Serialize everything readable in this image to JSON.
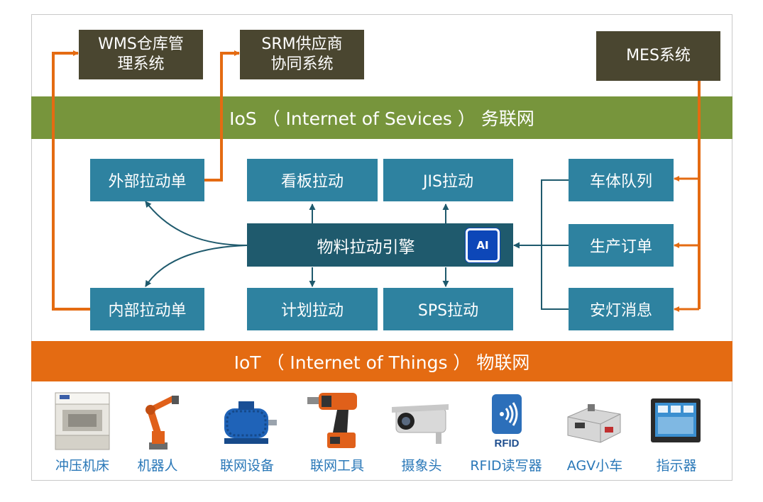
{
  "systems": {
    "wms": "WMS仓库管\n理系统",
    "srm": "SRM供应商\n协同系统",
    "mes": "MES系统"
  },
  "ios_band": "IoS （ Internet of Sevices ） 务联网",
  "iot_band": "IoT （ Internet of Things ） 物联网",
  "engine": {
    "label": "物料拉动引擎",
    "badge": "AI"
  },
  "pulls": {
    "external": "外部拉动单",
    "internal": "内部拉动单",
    "kanban": "看板拉动",
    "jis": "JIS拉动",
    "plan": "计划拉动",
    "sps": "SPS拉动"
  },
  "inputs": {
    "car_queue": "车体队列",
    "production_order": "生产订单",
    "andon": "安灯消息"
  },
  "devices": [
    {
      "label": "冲压机床",
      "icon": "press-machine-icon"
    },
    {
      "label": "机器人",
      "icon": "robot-arm-icon"
    },
    {
      "label": "联网设备",
      "icon": "motor-icon"
    },
    {
      "label": "联网工具",
      "icon": "power-tool-icon"
    },
    {
      "label": "摄象头",
      "icon": "camera-icon"
    },
    {
      "label": "RFID读写器",
      "icon": "rfid-reader-icon",
      "icon_text": "RFID"
    },
    {
      "label": "AGV小车",
      "icon": "agv-cart-icon"
    },
    {
      "label": "指示器",
      "icon": "display-screen-icon"
    }
  ],
  "colors": {
    "system_box": "#4a4630",
    "ios_band": "#77953c",
    "iot_band": "#e46b12",
    "node": "#2e82a0",
    "engine": "#1f5a6d",
    "orange_line": "#e46b12",
    "teal_line": "#1f5a6d",
    "device_label": "#2a78b8"
  }
}
